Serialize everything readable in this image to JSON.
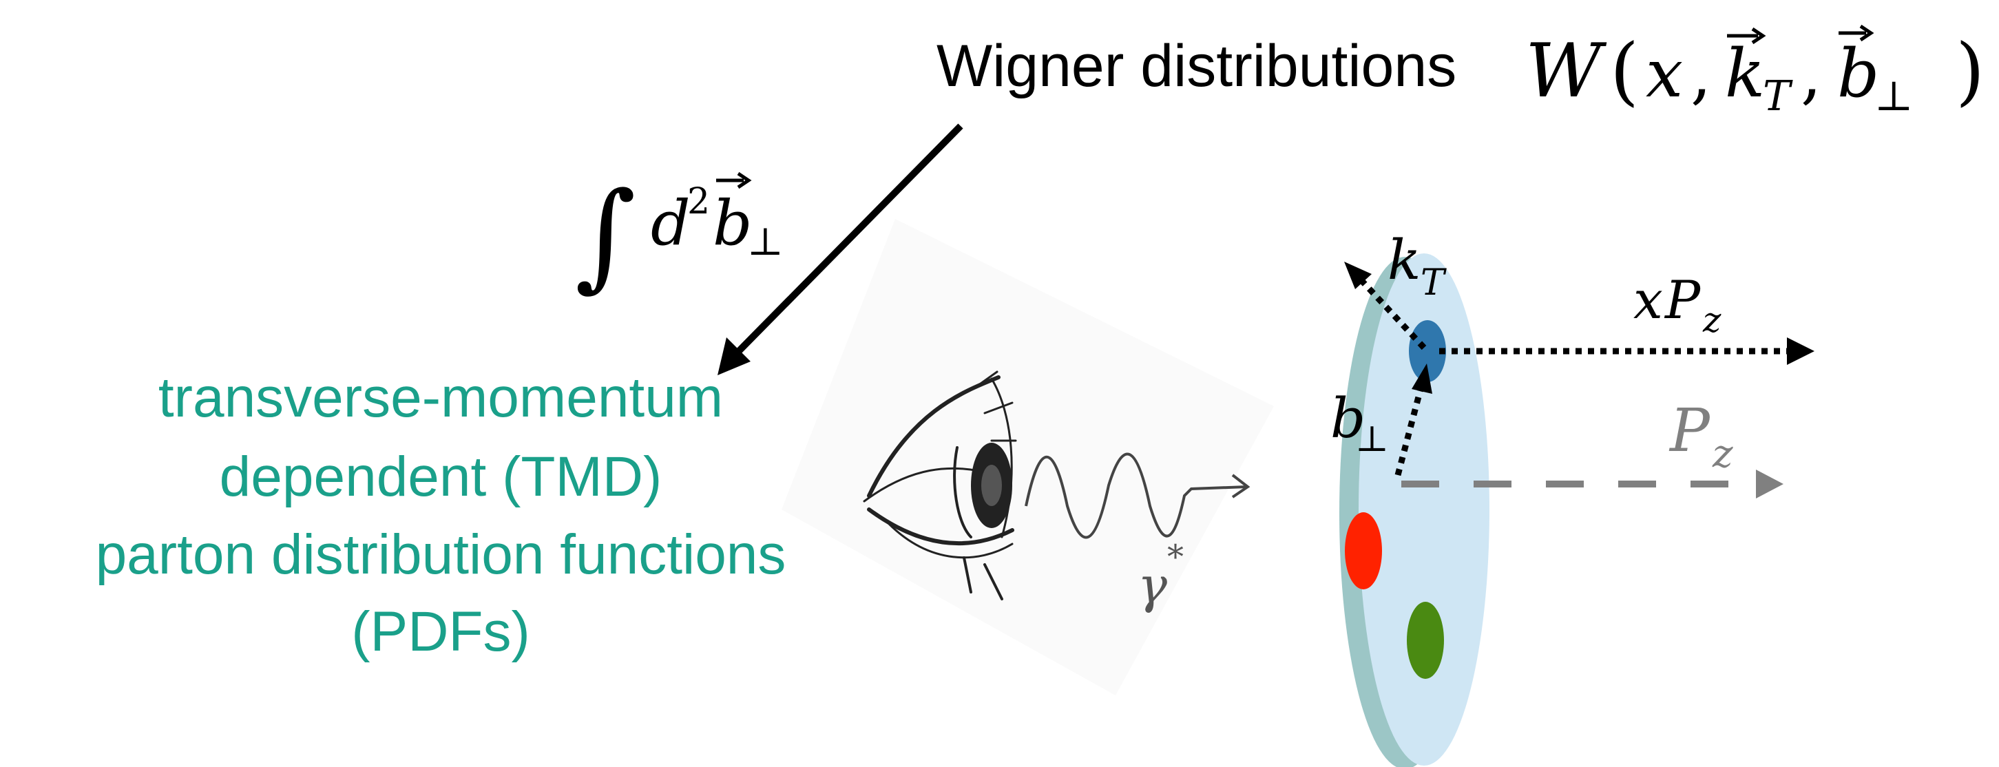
{
  "title": {
    "text": "Wigner distributions",
    "formula_symbol": "W",
    "formula_x": "x",
    "formula_kT": "k",
    "formula_kT_sub": "T",
    "formula_b": "b",
    "formula_b_sub": "⊥"
  },
  "integral": {
    "symbol": "∫",
    "d": "d",
    "power": "2",
    "b": "b",
    "b_sub": "⊥"
  },
  "tmd_label": {
    "line1": "transverse-momentum",
    "line2": "dependent (TMD)",
    "line3": "parton distribution functions",
    "line4": "(PDFs)"
  },
  "labels": {
    "kT": "k",
    "kT_sub": "T",
    "b": "b",
    "b_sub": "⊥",
    "xPz_x": "x",
    "xPz_P": "P",
    "xPz_sub": "z",
    "Pz_P": "P",
    "Pz_sub": "z",
    "gamma": "γ",
    "gamma_sup": "*"
  },
  "colors": {
    "tmd_text": "#1aa08a",
    "disk_face": "#cfe6f4",
    "disk_rim": "#9cc6c6",
    "parton_blue": "#2f77ad",
    "parton_red": "#ff2200",
    "parton_green": "#4a8a12",
    "pz_gray": "#808080"
  }
}
